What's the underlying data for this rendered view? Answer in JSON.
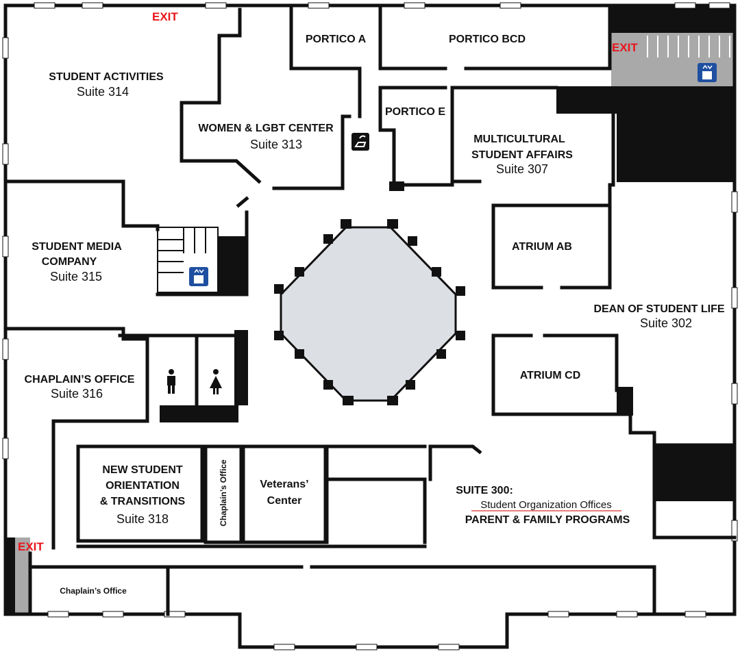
{
  "map": {
    "exits": [
      "EXIT",
      "EXIT",
      "EXIT"
    ],
    "rooms": {
      "student_activities": {
        "name": "STUDENT ACTIVITIES",
        "suite": "Suite 314"
      },
      "portico_a": {
        "name": "PORTICO A"
      },
      "portico_bcd": {
        "name": "PORTICO BCD"
      },
      "portico_e": {
        "name": "PORTICO E"
      },
      "women_lgbt": {
        "name": "WOMEN & LGBT CENTER",
        "suite": "Suite 313"
      },
      "multicultural": {
        "name_line1": "MULTICULTURAL",
        "name_line2": "STUDENT AFFAIRS",
        "suite": "Suite 307"
      },
      "student_media": {
        "name_line1": "STUDENT MEDIA",
        "name_line2": "COMPANY",
        "suite": "Suite 315"
      },
      "atrium_ab": {
        "name": "ATRIUM AB"
      },
      "atrium_cd": {
        "name": "ATRIUM CD"
      },
      "dean": {
        "name": "DEAN OF STUDENT LIFE",
        "suite": "Suite 302"
      },
      "chaplain_316": {
        "name": "CHAPLAIN’S OFFICE",
        "suite": "Suite 316"
      },
      "new_student": {
        "line1": "NEW STUDENT",
        "line2": "ORIENTATION",
        "line3": "& TRANSITIONS",
        "suite": "Suite 318"
      },
      "chaplain_vertical": {
        "name": "Chaplain’s Office"
      },
      "veterans": {
        "line1": "Veterans’",
        "line2": "Center"
      },
      "suite_300": {
        "title": "SUITE 300:",
        "line1": "Student Organization Offices",
        "line2": "PARENT & FAMILY PROGRAMS"
      },
      "chaplain_small": {
        "name": "Chaplain’s Office"
      }
    },
    "icons": [
      "elevator-icon",
      "elevator-icon",
      "drinking-fountain-icon",
      "mens-restroom-icon",
      "womens-restroom-icon"
    ],
    "colors": {
      "exit_text": "#e8151b",
      "stair_area": "#a9a9a9",
      "atrium": "#dcdfe3",
      "elevator_blue": "#1f4fa0",
      "underline": "#e05050"
    }
  }
}
